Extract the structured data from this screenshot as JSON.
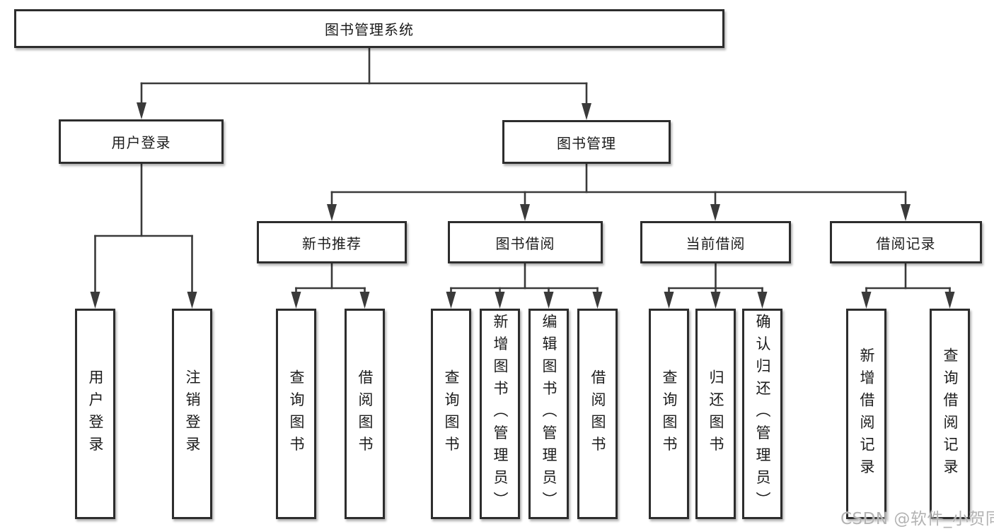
{
  "nodes": {
    "root": "图书管理系统",
    "level2": {
      "user_login": "用户登录",
      "book_mgmt": "图书管理"
    },
    "level3": {
      "new_book": "新书推荐",
      "book_borrow": "图书借阅",
      "current_borrow": "当前借阅",
      "borrow_record": "借阅记录"
    },
    "leaves": {
      "user_login": [
        "用户登录",
        "注销登录"
      ],
      "new_book": [
        "查询图书",
        "借阅图书"
      ],
      "book_borrow": [
        "查询图书",
        "新增图书（管理员）",
        "编辑图书（管理员）",
        "借阅图书"
      ],
      "current_borrow": [
        "查询图书",
        "归还图书",
        "确认归还（管理员）"
      ],
      "borrow_record": [
        "新增借阅记录",
        "查询借阅记录"
      ]
    }
  },
  "watermark": "CSDN @软件_小贺同学",
  "colors": {
    "background": "#ffffff",
    "border": "#2d2d2d",
    "line": "#3a3a3a",
    "text": "#1c1c1c",
    "watermark": "#b3b3b3"
  }
}
